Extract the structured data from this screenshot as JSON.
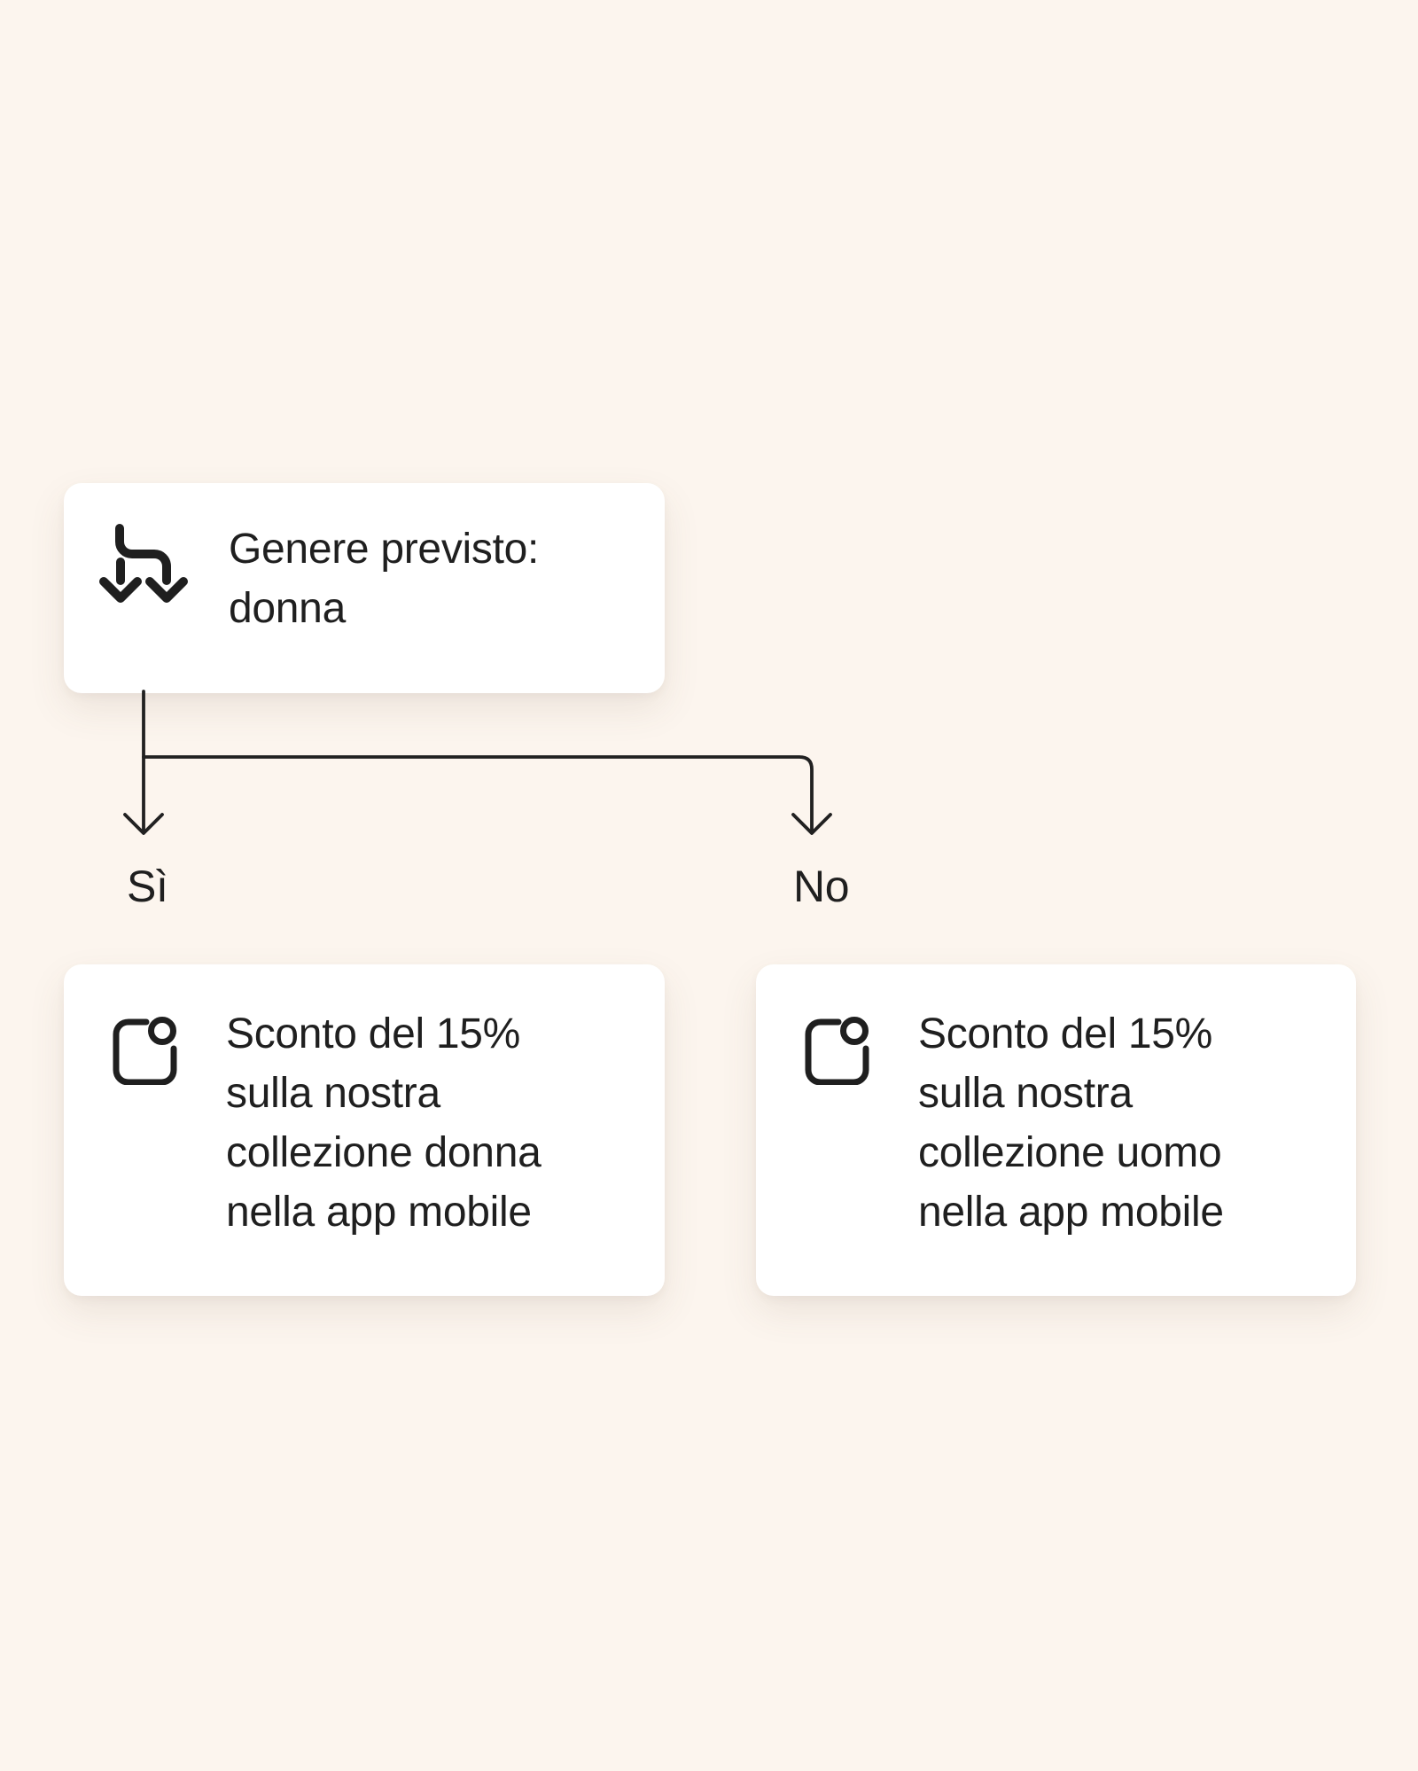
{
  "theme": {
    "background": "#FCF5EE",
    "card_background": "#FFFFFF",
    "text_color": "#1F1F1F",
    "line_color": "#212121"
  },
  "flow": {
    "condition": {
      "icon": "branch-split-icon",
      "text": "Genere previsto:\ndonna"
    },
    "branch_yes": {
      "label": "Sì",
      "card": {
        "icon": "notification-badge-icon",
        "text": "Sconto del 15%\nsulla nostra\ncollezione donna\nnella app mobile"
      }
    },
    "branch_no": {
      "label": "No",
      "card": {
        "icon": "notification-badge-icon",
        "text": "Sconto del 15%\nsulla nostra\ncollezione uomo\nnella app mobile"
      }
    }
  }
}
